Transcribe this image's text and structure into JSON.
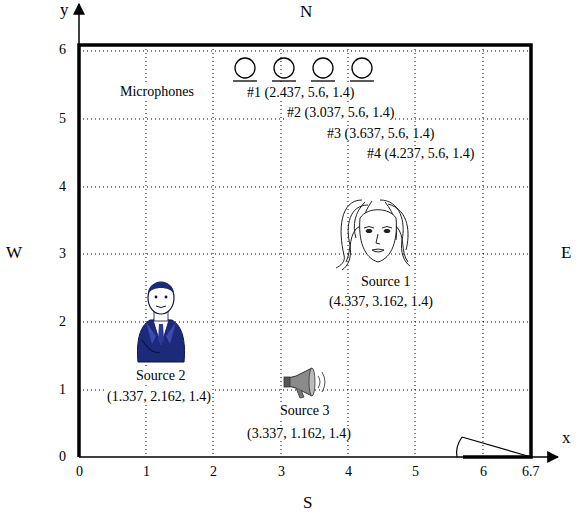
{
  "diagram": {
    "labels": [
      "y",
      "N",
      "6",
      "Microphones",
      "#1 (2.437, 5.6, 1.4)",
      "5",
      "#2 (3.037, 5.6, 1.4)",
      "#3 (3.637, 5.6, 1.4)",
      "4",
      "#4 (4.237, 5.6, 1.4)",
      "W",
      "3",
      "E",
      "Source 1",
      "(4.337, 3.162, 1.4)",
      "2",
      "Source 2",
      "(1.337, 2.162, 1.4)",
      "1",
      "Source 3",
      "(3.337, 1.162, 1.4)",
      "0",
      "0",
      "1",
      "2",
      "3",
      "4",
      "5",
      "6",
      "6.7",
      "x",
      "S"
    ]
  }
}
